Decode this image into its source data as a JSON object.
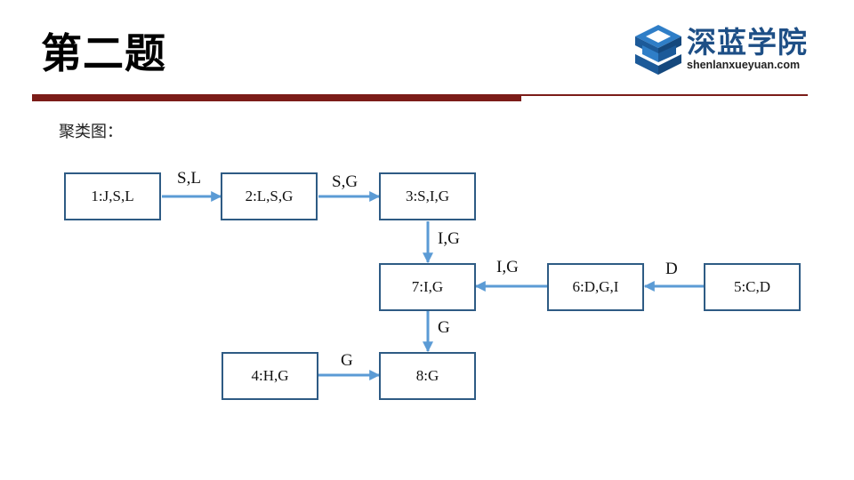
{
  "page": {
    "title": "第二题",
    "subtitle": "聚类图："
  },
  "logo": {
    "name_cn": "深蓝学院",
    "domain": "shenlanxueyuan.com",
    "icon": "blue-cube-s-logo-icon"
  },
  "colors": {
    "title_rule": "#7b1c18",
    "node_border": "#2e5b84",
    "arrow": "#5b9bd5",
    "logo_blue": "#1e4f86"
  },
  "diagram": {
    "nodes": [
      {
        "id": "n1",
        "label": "1:J,S,L"
      },
      {
        "id": "n2",
        "label": "2:L,S,G"
      },
      {
        "id": "n3",
        "label": "3:S,I,G"
      },
      {
        "id": "n7",
        "label": "7:I,G"
      },
      {
        "id": "n6",
        "label": "6:D,G,I"
      },
      {
        "id": "n5",
        "label": "5:C,D"
      },
      {
        "id": "n4",
        "label": "4:H,G"
      },
      {
        "id": "n8",
        "label": "8:G"
      }
    ],
    "edges": [
      {
        "id": "e1",
        "from": "1:J,S,L",
        "to": "2:L,S,G",
        "label": "S,L"
      },
      {
        "id": "e2",
        "from": "2:L,S,G",
        "to": "3:S,I,G",
        "label": "S,G"
      },
      {
        "id": "e3",
        "from": "3:S,I,G",
        "to": "7:I,G",
        "label": "I,G"
      },
      {
        "id": "e4",
        "from": "6:D,G,I",
        "to": "7:I,G",
        "label": "I,G"
      },
      {
        "id": "e5",
        "from": "5:C,D",
        "to": "6:D,G,I",
        "label": "D"
      },
      {
        "id": "e6",
        "from": "7:I,G",
        "to": "8:G",
        "label": "G"
      },
      {
        "id": "e7",
        "from": "4:H,G",
        "to": "8:G",
        "label": "G"
      }
    ]
  }
}
